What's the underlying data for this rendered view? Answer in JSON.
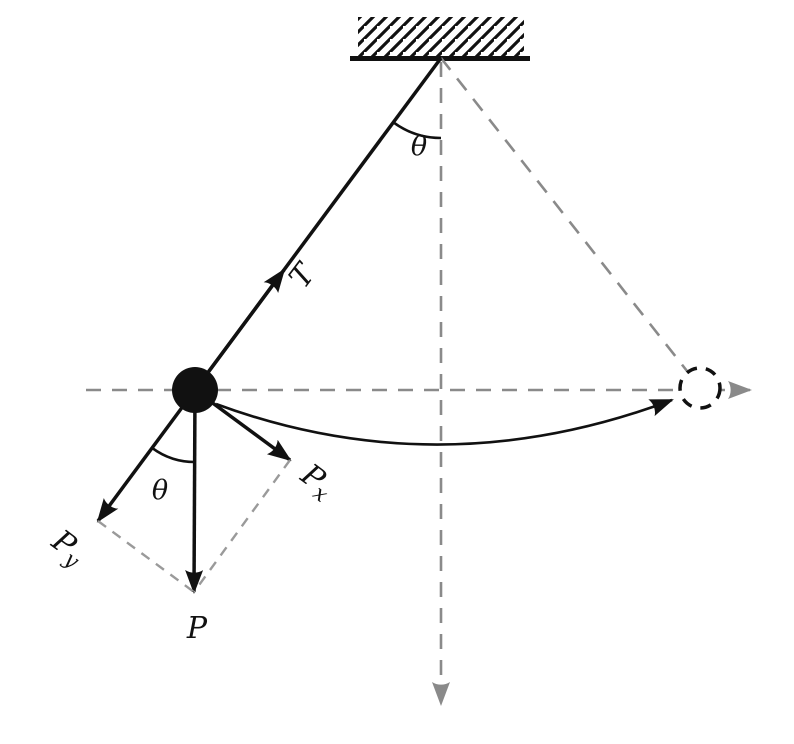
{
  "diagram": {
    "colors": {
      "ink": "#111111",
      "muted": "#8a8a8a"
    },
    "labels": {
      "angle_top": "θ",
      "tension": "T",
      "angle_bottom": "θ",
      "weight": "P",
      "px_base": "P",
      "px_sub": "x",
      "py_base": "P",
      "py_sub": "y"
    }
  }
}
